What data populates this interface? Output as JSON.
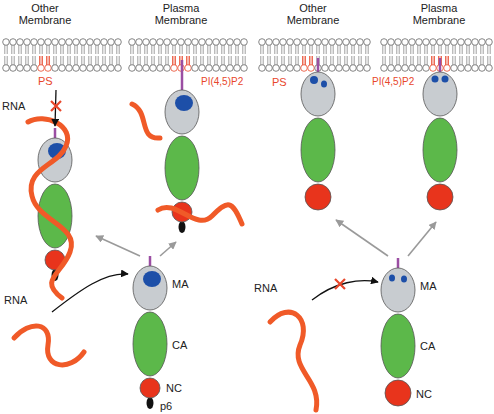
{
  "diagram": {
    "labels": [
      "Other Membrane",
      "Plasma Membrane",
      "Other Membrane",
      "Plasma Membrane",
      "PS",
      "PI(4,5)P2",
      "PS",
      "PI(4,5)P2",
      "RNA",
      "RNA",
      "MA",
      "CA",
      "NC",
      "p6",
      "RNA",
      "MA",
      "CA",
      "NC"
    ]
  }
}
